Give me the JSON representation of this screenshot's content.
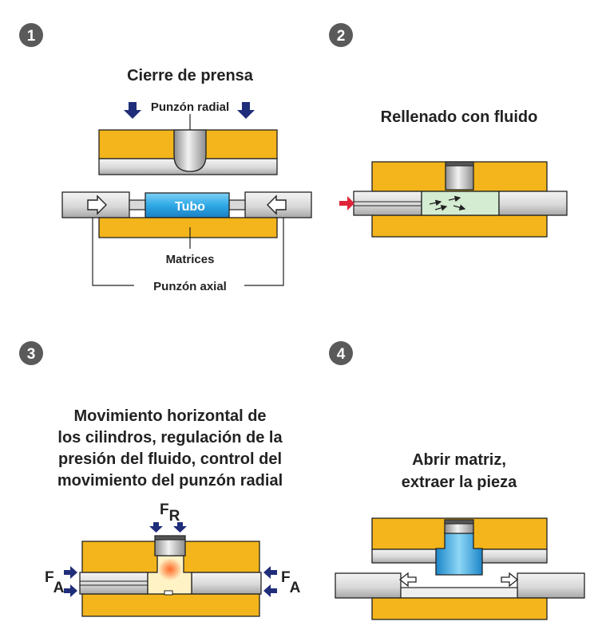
{
  "colors": {
    "die": "#f3b51b",
    "steel_light": "#e6e6e6",
    "steel_dark": "#9a9a9a",
    "tube_blue": "#2fa9e6",
    "fluid_green": "#d4ecd2",
    "arrow_navy": "#1f2d7a",
    "arrow_red": "#e0243a",
    "badge": "#5a5a5a",
    "text": "#222222"
  },
  "steps": [
    {
      "number": "1",
      "title": "Cierre de prensa",
      "labels": {
        "radial_punch": "Punzón radial",
        "tube": "Tubo",
        "dies": "Matrices",
        "axial_punch": "Punzón axial"
      }
    },
    {
      "number": "2",
      "title": "Rellenado con fluido"
    },
    {
      "number": "3",
      "title_lines": [
        "Movimiento horizontal de",
        "los cilindros, regulación de la",
        "presión del fluido, control del",
        "movimiento del punzón radial"
      ],
      "force_labels": {
        "radial_main": "F",
        "radial_sub": "R",
        "axial_main": "F",
        "axial_sub": "A"
      }
    },
    {
      "number": "4",
      "title_lines": [
        "Abrir matriz,",
        "extraer la pieza"
      ]
    }
  ]
}
